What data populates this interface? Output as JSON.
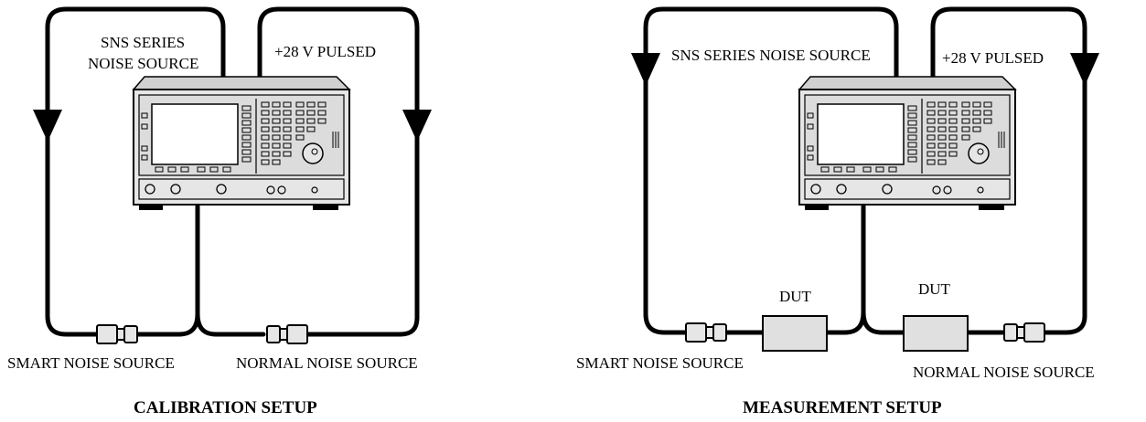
{
  "calibration": {
    "title": "CALIBRATION SETUP",
    "label_sns_line1": "SNS SERIES",
    "label_sns_line2": "NOISE SOURCE",
    "label_pulsed": "+28 V PULSED",
    "label_smart": "SMART NOISE SOURCE",
    "label_normal": "NORMAL NOISE SOURCE"
  },
  "measurement": {
    "title": "MEASUREMENT SETUP",
    "label_sns": "SNS SERIES NOISE SOURCE",
    "label_pulsed": "+28 V PULSED",
    "label_dut_left": "DUT",
    "label_dut_right": "DUT",
    "label_smart": "SMART NOISE SOURCE",
    "label_normal": "NORMAL NOISE SOURCE"
  },
  "colors": {
    "line": "#000000",
    "instrument_fill": "#e6e6e6",
    "instrument_body": "#d9d9d9",
    "screen": "#ffffff"
  }
}
